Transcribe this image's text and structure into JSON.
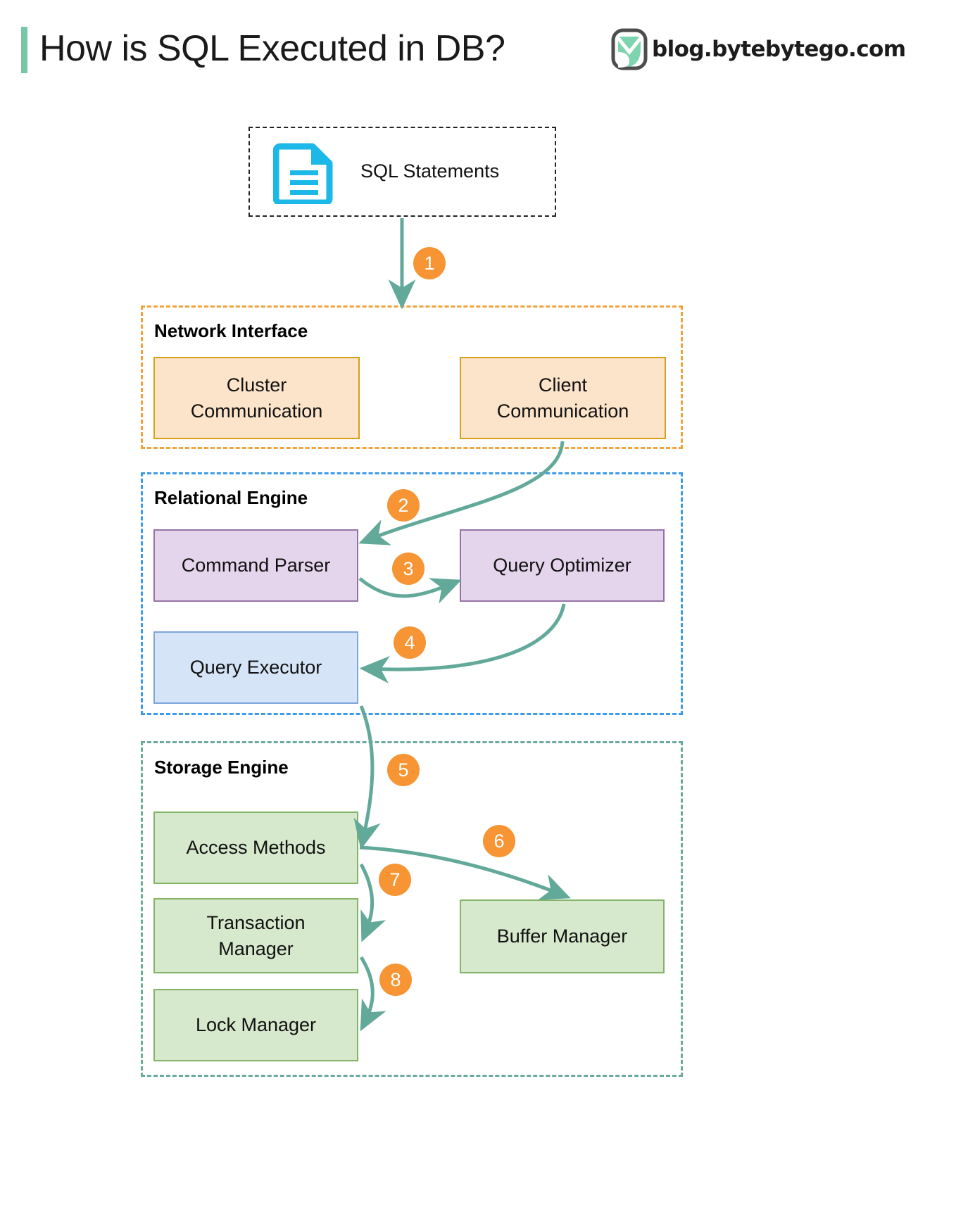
{
  "header": {
    "title": "How is SQL Executed in DB?",
    "brand_text": "blog.bytebytego.com",
    "brand_logo_icon": "bytebytego-logo-icon",
    "accent_bar_color": "#76c7a8"
  },
  "source": {
    "label": "SQL Statements",
    "icon": "document-icon",
    "icon_color": "#1cb8e8",
    "border_style": "dashed-black"
  },
  "groups": [
    {
      "id": "network",
      "label": "Network Interface",
      "border_color": "#f2a33c",
      "nodes": [
        {
          "id": "cluster",
          "label": "Cluster\nCommunication",
          "fill": "#fce4cb",
          "stroke": "#d4a017"
        },
        {
          "id": "client",
          "label": "Client\nCommunication",
          "fill": "#fce4cb",
          "stroke": "#d4a017"
        }
      ]
    },
    {
      "id": "relational",
      "label": "Relational Engine",
      "border_color": "#3d9ae8",
      "nodes": [
        {
          "id": "parser",
          "label": "Command Parser",
          "fill": "#e4d5ec",
          "stroke": "#9673a6"
        },
        {
          "id": "optimizer",
          "label": "Query Optimizer",
          "fill": "#e4d5ec",
          "stroke": "#9673a6"
        },
        {
          "id": "executor",
          "label": "Query Executor",
          "fill": "#d6e4f7",
          "stroke": "#7ea6dd"
        }
      ]
    },
    {
      "id": "storage",
      "label": "Storage Engine",
      "border_color": "#6aab9c",
      "nodes": [
        {
          "id": "access",
          "label": "Access Methods",
          "fill": "#d6e9cd",
          "stroke": "#82b366"
        },
        {
          "id": "txn",
          "label": "Transaction\nManager",
          "fill": "#d6e9cd",
          "stroke": "#82b366"
        },
        {
          "id": "lock",
          "label": "Lock Manager",
          "fill": "#d6e9cd",
          "stroke": "#82b366"
        },
        {
          "id": "buffer",
          "label": "Buffer Manager",
          "fill": "#d6e9cd",
          "stroke": "#82b366"
        }
      ]
    }
  ],
  "node_labels": {
    "cluster_line1": "Cluster",
    "cluster_line2": "Communication",
    "client_line1": "Client",
    "client_line2": "Communication",
    "parser": "Command Parser",
    "optimizer": "Query Optimizer",
    "executor": "Query Executor",
    "access": "Access Methods",
    "txn_line1": "Transaction",
    "txn_line2": "Manager",
    "lock": "Lock Manager",
    "buffer": "Buffer Manager"
  },
  "steps": [
    {
      "n": "1",
      "from": "SQL Statements",
      "to": "Network Interface"
    },
    {
      "n": "2",
      "from": "Client Communication",
      "to": "Command Parser"
    },
    {
      "n": "3",
      "from": "Command Parser",
      "to": "Query Optimizer"
    },
    {
      "n": "4",
      "from": "Query Optimizer",
      "to": "Query Executor"
    },
    {
      "n": "5",
      "from": "Query Executor",
      "to": "Access Methods"
    },
    {
      "n": "6",
      "from": "Access Methods",
      "to": "Buffer Manager"
    },
    {
      "n": "7",
      "from": "Access Methods",
      "to": "Transaction Manager"
    },
    {
      "n": "8",
      "from": "Transaction Manager",
      "to": "Lock Manager"
    }
  ],
  "colors": {
    "badge_fill": "#f79433",
    "badge_text": "#ffffff",
    "arrow": "#62a99a",
    "background": "#ffffff"
  }
}
